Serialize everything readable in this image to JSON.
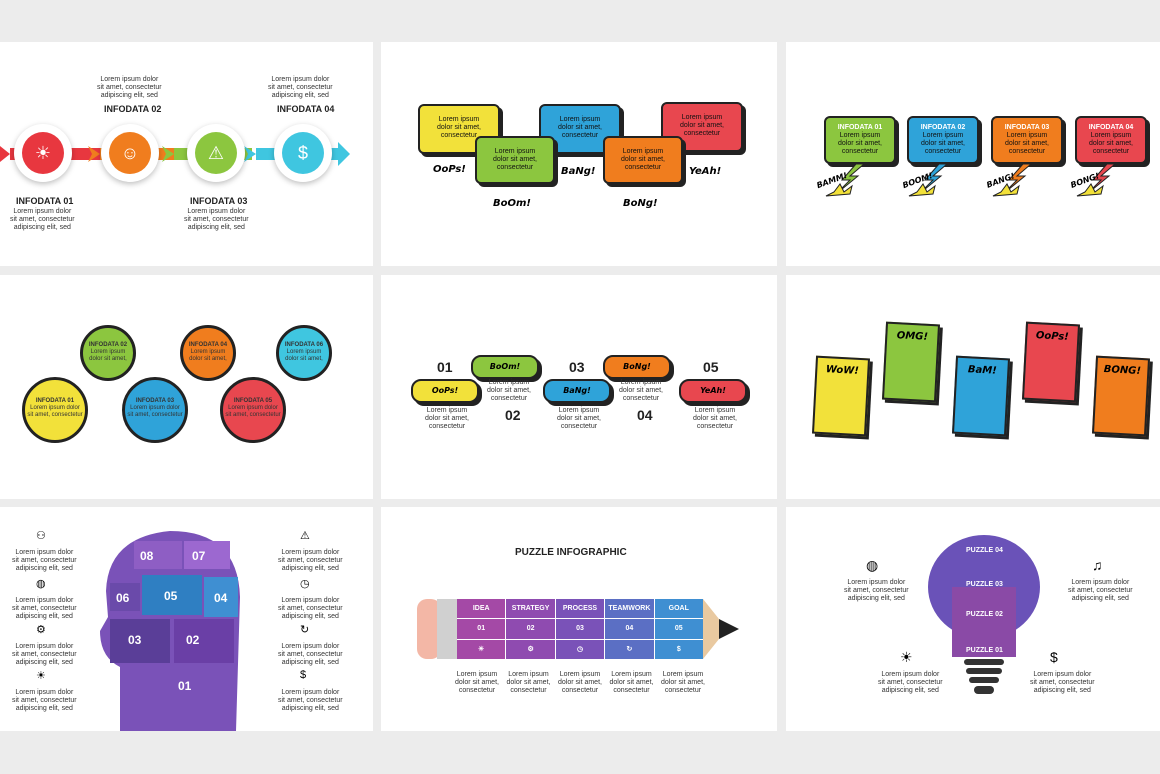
{
  "lorem3": [
    "Lorem ipsum dolor",
    "sit amet, consectetur",
    "adipiscing elit, sed"
  ],
  "lorem2": [
    "Lorem ipsum dolor",
    "sit amet, consectetur"
  ],
  "lorem3b": [
    "Lorem ipsum",
    "dolor sit amet,",
    "consectetur"
  ],
  "colors": {
    "red": "#e8373f",
    "orange": "#f07d1e",
    "green": "#8cc63f",
    "cyan": "#3fc6e0",
    "yellow": "#f2e13a",
    "blue": "#2fa3d9",
    "purple": "#7a52b8",
    "violet": "#a449a6"
  },
  "slide1": {
    "labels": [
      "INFODATA 01",
      "INFODATA 02",
      "INFODATA 03",
      "INFODATA 04"
    ],
    "icons": [
      "bulb-icon",
      "user-icon",
      "warning-icon",
      "dollar-icon"
    ]
  },
  "slide2": {
    "words": [
      "OoPs!",
      "BoOm!",
      "BaNg!",
      "BoNg!",
      "YeAh!"
    ]
  },
  "slide3": {
    "titles": [
      "INFODATA 01",
      "INFODATA 02",
      "INFODATA 03",
      "INFODATA 04"
    ],
    "words": [
      "BAMM!",
      "BOOM!",
      "BANG!",
      "BONG!"
    ]
  },
  "slide4": {
    "titles": [
      "INFODATA 02",
      "INFODATA 04",
      "INFODATA 06",
      "INFODATA 01",
      "INFODATA 03",
      "INFODATA 05"
    ]
  },
  "slide5": {
    "nums": [
      "01",
      "02",
      "03",
      "04",
      "05"
    ],
    "words": [
      "OoPs!",
      "BoOm!",
      "BaNg!",
      "BoNg!",
      "YeAh!"
    ]
  },
  "slide6": {
    "words": [
      "WoW!",
      "OMG!",
      "BaM!",
      "OoPs!",
      "BONG!"
    ]
  },
  "slide7": {
    "pieces": [
      "08",
      "07",
      "06",
      "05",
      "04",
      "03",
      "02",
      "01"
    ]
  },
  "slide8": {
    "title": "PUZZLE INFOGRAPHIC",
    "headers": [
      "IDEA",
      "STRATEGY",
      "PROCESS",
      "TEAMWORK",
      "GOAL"
    ],
    "nums": [
      "01",
      "02",
      "03",
      "04",
      "05"
    ]
  },
  "slide9": {
    "pieces": [
      "PUZZLE 04",
      "PUZZLE 03",
      "PUZZLE 02",
      "PUZZLE 01"
    ]
  }
}
